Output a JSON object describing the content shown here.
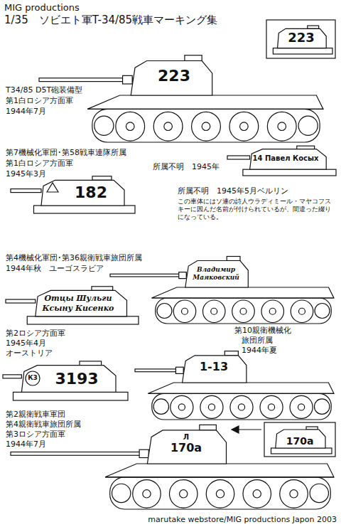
{
  "diagram": {
    "title": "1/35　ソビエト軍T-34/85戦車マーキング集",
    "caption": "marutake webstore/MIG productions Japon 2003",
    "labels": [
      "MIG productions",
      "223",
      "223",
      "T34/85 D5T砲装備型",
      "第1白ロシア方面軍",
      "1944年7月",
      "14 Павел Косых",
      "第7機械化軍団･第58戦車連隊所属",
      "第1白ロシア方面軍",
      "1945年3月",
      "所属不明　1945年",
      "182",
      "所属不明　1945年5月ベルリン",
      "この車体にはソ連の詩人ウラディミール・マヤコフスキーに因んだ名前が付けられているが、間違った綴りになっている。",
      "第4機械化軍団･第36親衛戦車旅団所属",
      "1944年秋　ユーゴスラビア",
      "Владимир",
      "Маяковский",
      "Отцы Шульги",
      "Ксыну Кисенко",
      "第10親衛機械化",
      "旅団所属",
      "1944年夏",
      "1-13",
      "第2ロシア方面軍",
      "1945年4月",
      "オーストリア",
      "К3",
      "3193",
      "第2親衛戦車軍団",
      "第4親衛戦車旅団所属",
      "第3ロシア方面軍",
      "1944年7月",
      "Л",
      "170а",
      "170а"
    ]
  }
}
